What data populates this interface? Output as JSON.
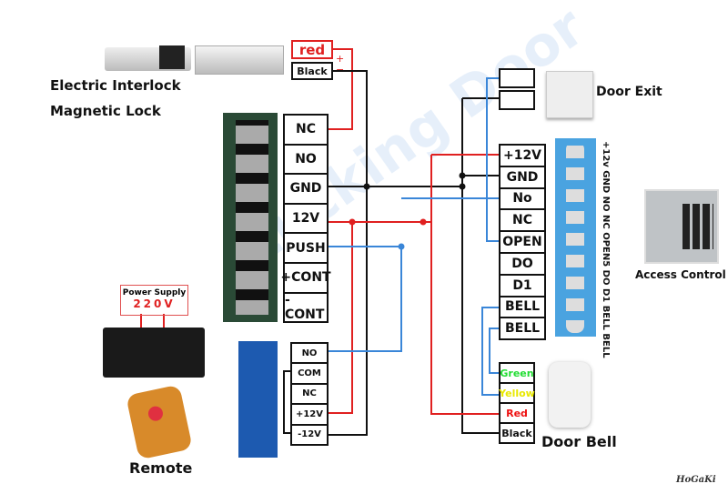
{
  "labels": {
    "interlock": "Electric Interlock",
    "maglock": "Magnetic Lock",
    "door_exit": "Door Exit",
    "access_control": "Access Control",
    "power_supply": "Power Supply",
    "voltage": "220V",
    "remote": "Remote",
    "door_bell": "Door Bell",
    "watermark": "Lucking Door",
    "logo": "HoGaKi"
  },
  "lock_wires": [
    "red",
    "Black"
  ],
  "power_terminals": [
    "NC",
    "NO",
    "GND",
    "12V",
    "PUSH",
    "+CONT",
    "- CONT"
  ],
  "relay_terminals": [
    "NO",
    "COM",
    "NC",
    "+12V",
    "-12V"
  ],
  "controller_terminals": [
    "+12V",
    "GND",
    "No",
    "NC",
    "OPEN",
    "DO",
    "D1",
    "BELL",
    "BELL"
  ],
  "controller_side_label": "+12v GND NO NC OPEN5 DO D1 BELL BELL",
  "bell_wires": [
    {
      "label": "Green",
      "color": "#22dd33"
    },
    {
      "label": "Yellow",
      "color": "#e8e800"
    },
    {
      "label": "Red",
      "color": "#ee1111"
    },
    {
      "label": "Black",
      "color": "#111111"
    }
  ],
  "colors": {
    "red_wire": "#e02020",
    "black_wire": "#111111",
    "blue_wire": "#3a86d8"
  }
}
